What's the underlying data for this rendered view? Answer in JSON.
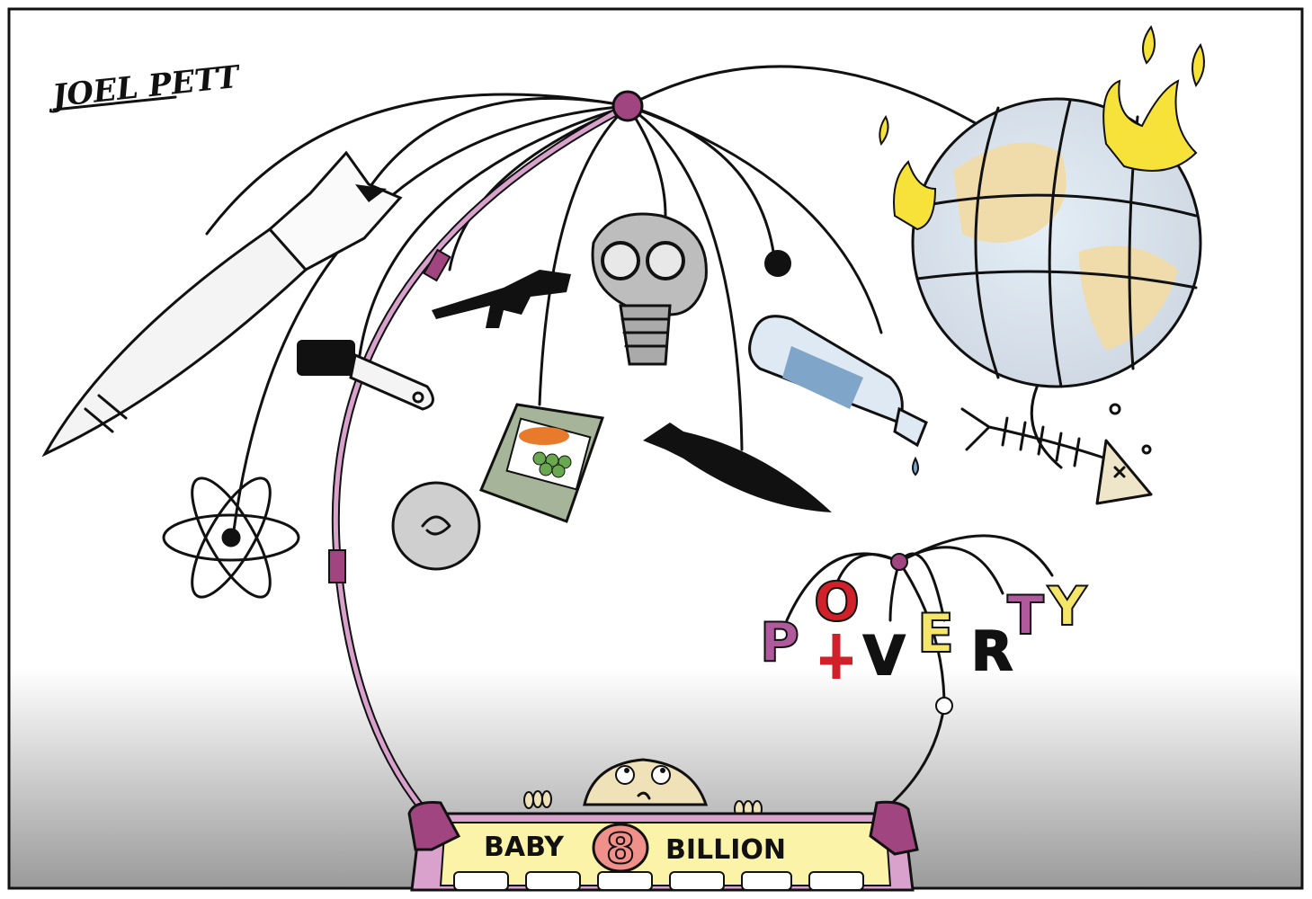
{
  "cartoon": {
    "signature": "JOEL PETT",
    "crib_label": {
      "word_left": "BABY",
      "number": "8",
      "word_right": "BILLION"
    },
    "mobile_word": [
      "P",
      "O",
      "V",
      "E",
      "R",
      "T",
      "Y"
    ]
  },
  "colors": {
    "crib_magenta": "#a0457f",
    "crib_pink": "#d9a2cc",
    "crib_yellow": "#fbf3a8",
    "eight_pink": "#f0908a",
    "globe_land": "#efdcaa",
    "globe_sea": "#dfeaf3",
    "flame": "#f7e23a"
  }
}
